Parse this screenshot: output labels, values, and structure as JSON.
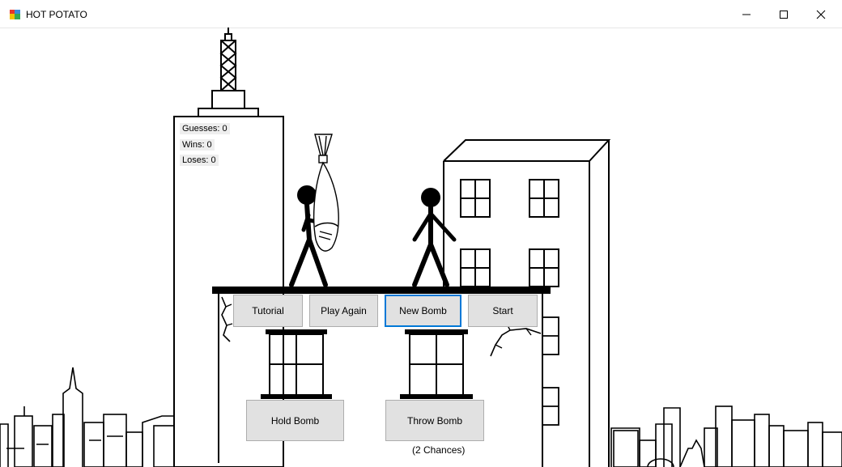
{
  "window": {
    "title": "HOT POTATO"
  },
  "stats": {
    "guesses": "Guesses: 0",
    "wins": "Wins: 0",
    "loses": "Loses: 0"
  },
  "buttons": {
    "tutorial": "Tutorial",
    "play_again": "Play Again",
    "new_bomb": "New Bomb",
    "start": "Start",
    "hold_bomb": "Hold Bomb",
    "throw_bomb": "Throw Bomb"
  },
  "chances_label": "(2 Chances)",
  "icons": [
    "app-icon",
    "minimize-icon",
    "maximize-icon",
    "close-icon",
    "bomb-icon"
  ],
  "colors": {
    "accent": "#0078d7",
    "button_face": "#e1e1e1",
    "button_border": "#adadad"
  }
}
